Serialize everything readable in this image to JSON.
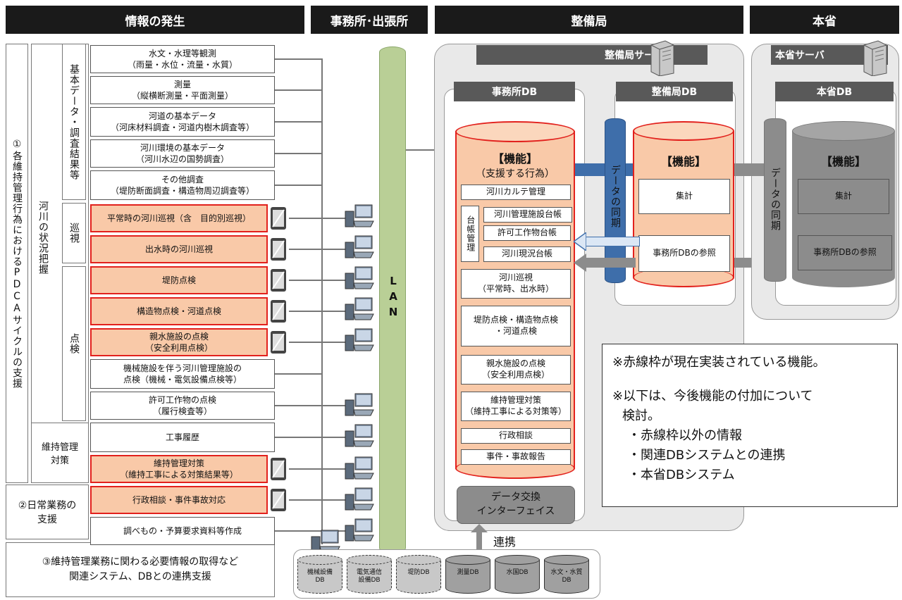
{
  "headers": {
    "info": "情報の発生",
    "office": "事務所･出張所",
    "bureau": "整備局",
    "ministry": "本省"
  },
  "left": {
    "group1": "①各維持管理行為におけるPDCAサイクルの支援",
    "group2": "②日常業務の\n支援",
    "group3": "③維持管理業務に関わる必要情報の取得など\n関連システム、DBとの連携支援",
    "river": "河川の状況把握",
    "basic": "基本データ・調査結果等",
    "patrol": "巡視",
    "inspect": "点検",
    "maint": "維持管理\n対策"
  },
  "items": [
    "水文・水理等観測\n（雨量・水位・流量・水質）",
    "測量\n（縦横断測量・平面測量）",
    "河道の基本データ\n（河床材料調査・河道内樹木調査等）",
    "河川環境の基本データ\n（河川水辺の国勢調査）",
    "その他調査\n（堤防断面調査・構造物周辺調査等）",
    "平常時の河川巡視（含　目的別巡視）",
    "出水時の河川巡視",
    "堤防点検",
    "構造物点検・河道点検",
    "親水施設の点検\n（安全利用点検）",
    "機械施設を伴う河川管理施設の\n点検（機械・電気設備点検等）",
    "許可工作物の点検\n（履行検査等）",
    "工事履歴",
    "維持管理対策\n（維持工事による対策結果等）",
    "行政相談・事件事故対応",
    "調べもの・予算要求資料等作成"
  ],
  "lan": "LAN",
  "bureau": {
    "server": "整備局サーバ",
    "office_db": "事務所DB",
    "bureau_db": "整備局DB",
    "sync": "データの同期",
    "func_title": "【機能】",
    "func_sub": "（支援する行為）",
    "funcs": {
      "karte": "河川カルテ管理",
      "ledger_group": "台帳管理",
      "ledger1": "河川管理施設台帳",
      "ledger2": "許可工作物台帳",
      "ledger3": "河川現況台帳",
      "patrol": "河川巡視\n（平常時、出水時）",
      "inspect": "堤防点検・構造物点検\n・河道点検",
      "water": "親水施設の点検\n（安全利用点検）",
      "maint": "維持管理対策\n（維持工事による対策等）",
      "admin": "行政相談",
      "incident": "事件・事故報告"
    },
    "b_func_title": "【機能】",
    "aggregate": "集計",
    "ref": "事務所DBの参照",
    "exchange": "データ交換\nインターフェイス"
  },
  "ministry": {
    "server": "本省サーバ",
    "db": "本省DB",
    "sync": "データの同期",
    "func_title": "【機能】",
    "aggregate": "集計",
    "ref": "事務所DBの参照"
  },
  "note": {
    "line1": "※赤線枠が現在実装されている機能。",
    "line2": "※以下は、今後機能の付加について",
    "line3": "検討。",
    "line4": "・赤線枠以外の情報",
    "line5": "・関連DBシステムとの連携",
    "line6": "・本省DBシステム"
  },
  "link_label": "連携",
  "dbs": [
    "機械設備\nDB",
    "電気通信\n設備DB",
    "堤防DB",
    "測量DB",
    "水国DB",
    "水文・水質\nDB"
  ],
  "colors": {
    "highlight_fill": "#f9c9a8",
    "highlight_border": "#e2211d",
    "lan": "#b9cf96",
    "sync_blue": "#3e6eaa",
    "gray": "#8c8c8c"
  }
}
